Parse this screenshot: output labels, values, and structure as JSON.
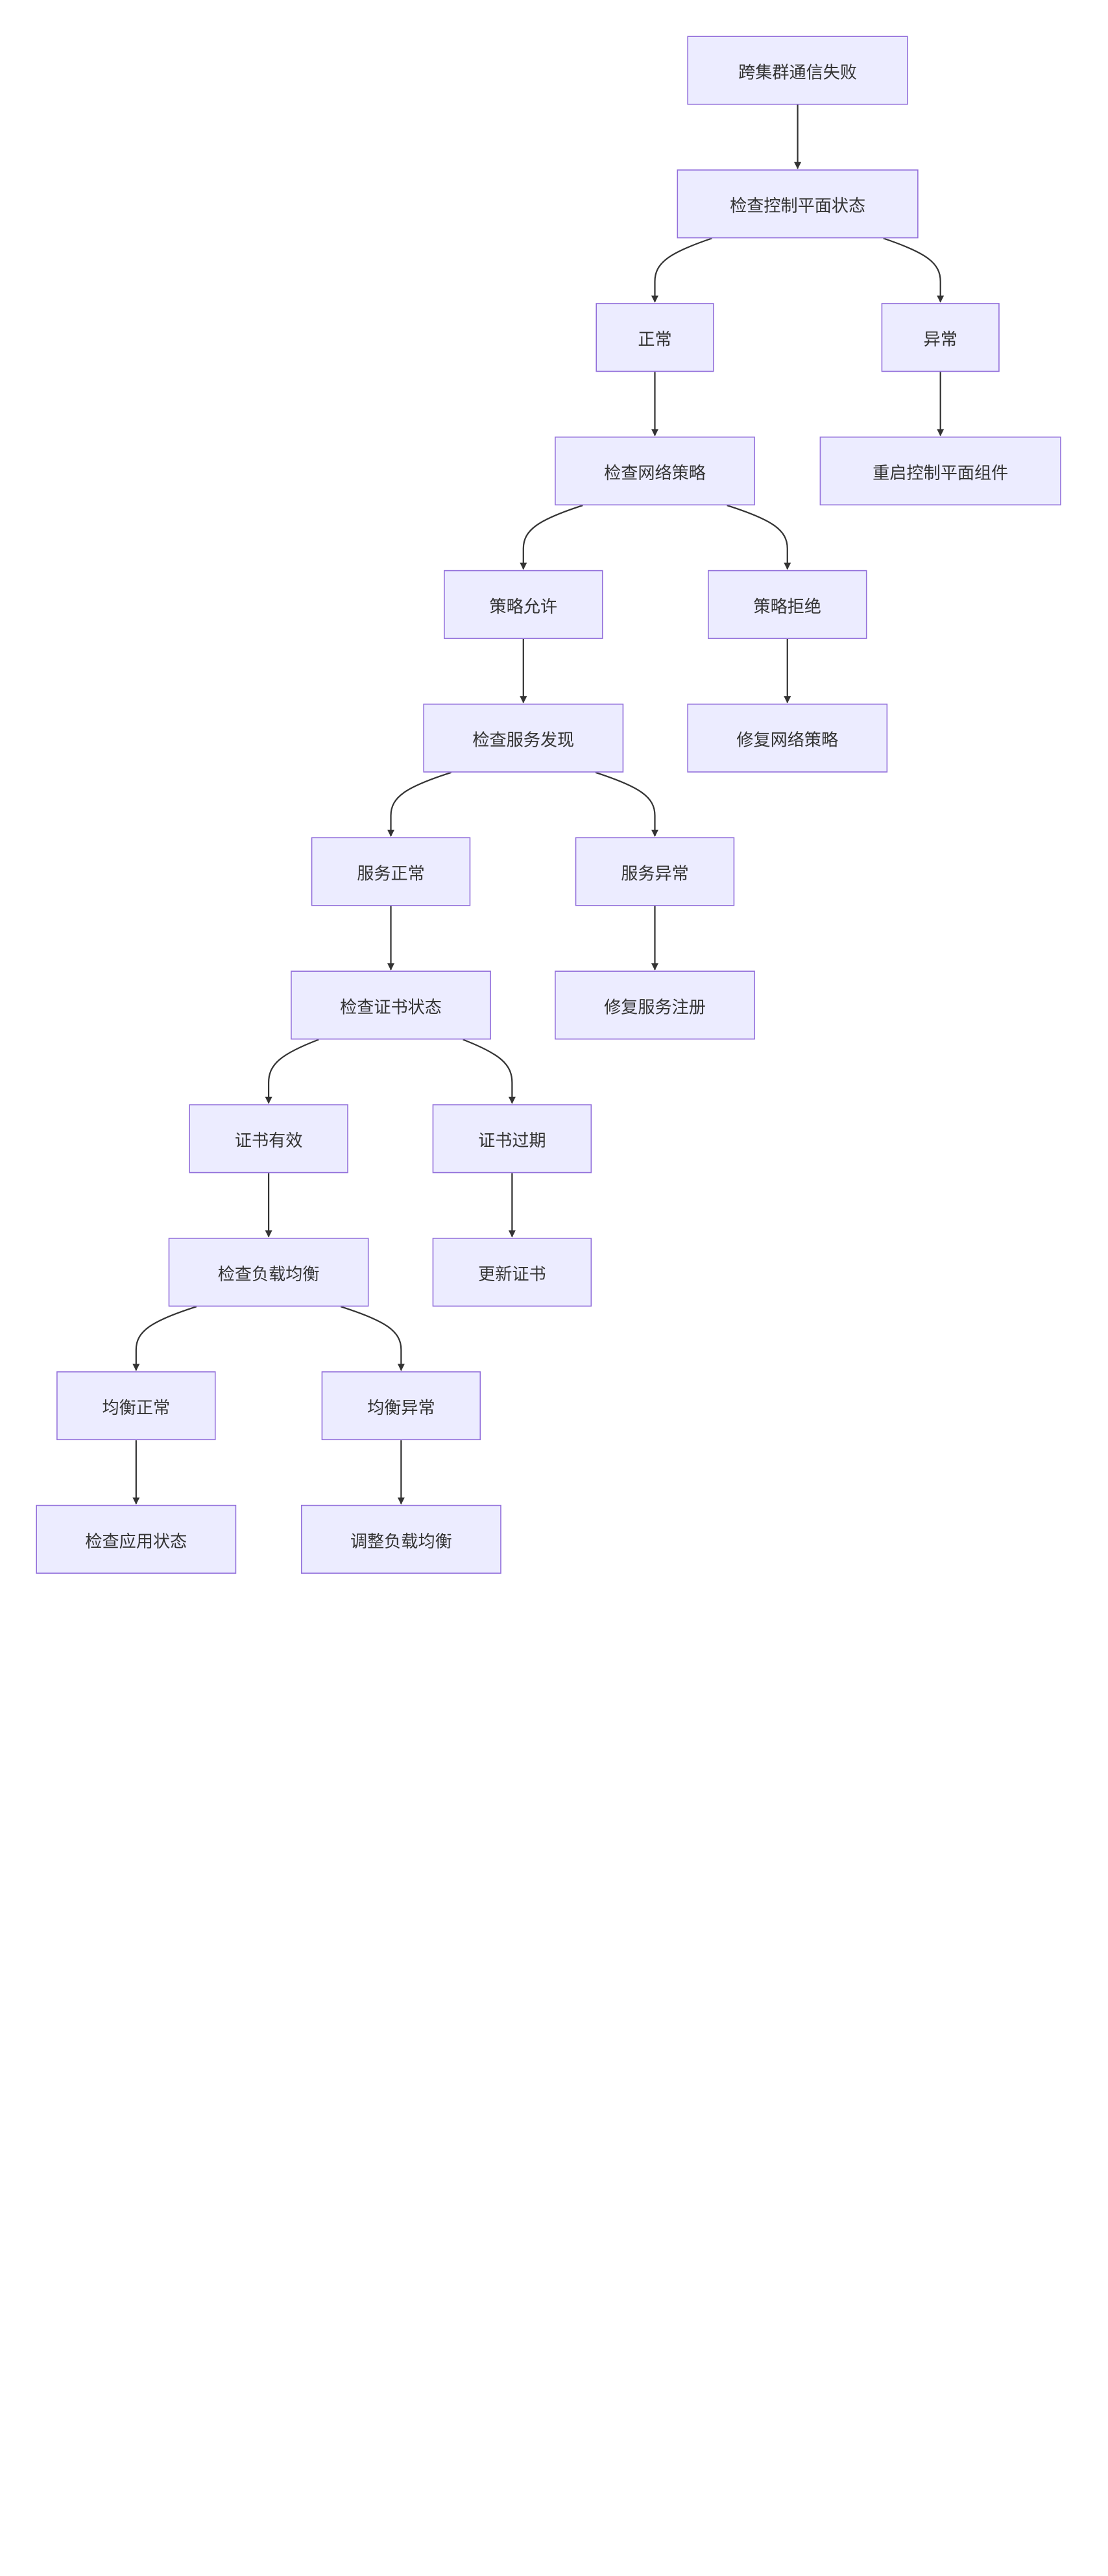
{
  "diagram": {
    "type": "flowchart",
    "direction": "top-down",
    "colors": {
      "node_fill": "#ECECFF",
      "node_border": "#9370DB",
      "text": "#333333",
      "edge": "#333333",
      "background": "#FFFFFF"
    },
    "nodes": {
      "n1": {
        "label": "跨集群通信失败"
      },
      "n2": {
        "label": "检查控制平面状态"
      },
      "n3": {
        "label": "正常"
      },
      "n4": {
        "label": "异常"
      },
      "n5": {
        "label": "检查网络策略"
      },
      "n6": {
        "label": "重启控制平面组件"
      },
      "n7": {
        "label": "策略允许"
      },
      "n8": {
        "label": "策略拒绝"
      },
      "n9": {
        "label": "检查服务发现"
      },
      "n10": {
        "label": "修复网络策略"
      },
      "n11": {
        "label": "服务正常"
      },
      "n12": {
        "label": "服务异常"
      },
      "n13": {
        "label": "检查证书状态"
      },
      "n14": {
        "label": "修复服务注册"
      },
      "n15": {
        "label": "证书有效"
      },
      "n16": {
        "label": "证书过期"
      },
      "n17": {
        "label": "检查负载均衡"
      },
      "n18": {
        "label": "更新证书"
      },
      "n19": {
        "label": "均衡正常"
      },
      "n20": {
        "label": "均衡异常"
      },
      "n21": {
        "label": "检查应用状态"
      },
      "n22": {
        "label": "调整负载均衡"
      }
    },
    "edges": [
      {
        "from": "n1",
        "to": "n2"
      },
      {
        "from": "n2",
        "to": "n3"
      },
      {
        "from": "n2",
        "to": "n4"
      },
      {
        "from": "n3",
        "to": "n5"
      },
      {
        "from": "n4",
        "to": "n6"
      },
      {
        "from": "n5",
        "to": "n7"
      },
      {
        "from": "n5",
        "to": "n8"
      },
      {
        "from": "n7",
        "to": "n9"
      },
      {
        "from": "n8",
        "to": "n10"
      },
      {
        "from": "n9",
        "to": "n11"
      },
      {
        "from": "n9",
        "to": "n12"
      },
      {
        "from": "n11",
        "to": "n13"
      },
      {
        "from": "n12",
        "to": "n14"
      },
      {
        "from": "n13",
        "to": "n15"
      },
      {
        "from": "n13",
        "to": "n16"
      },
      {
        "from": "n15",
        "to": "n17"
      },
      {
        "from": "n16",
        "to": "n18"
      },
      {
        "from": "n17",
        "to": "n19"
      },
      {
        "from": "n17",
        "to": "n20"
      },
      {
        "from": "n19",
        "to": "n21"
      },
      {
        "from": "n20",
        "to": "n22"
      }
    ]
  }
}
